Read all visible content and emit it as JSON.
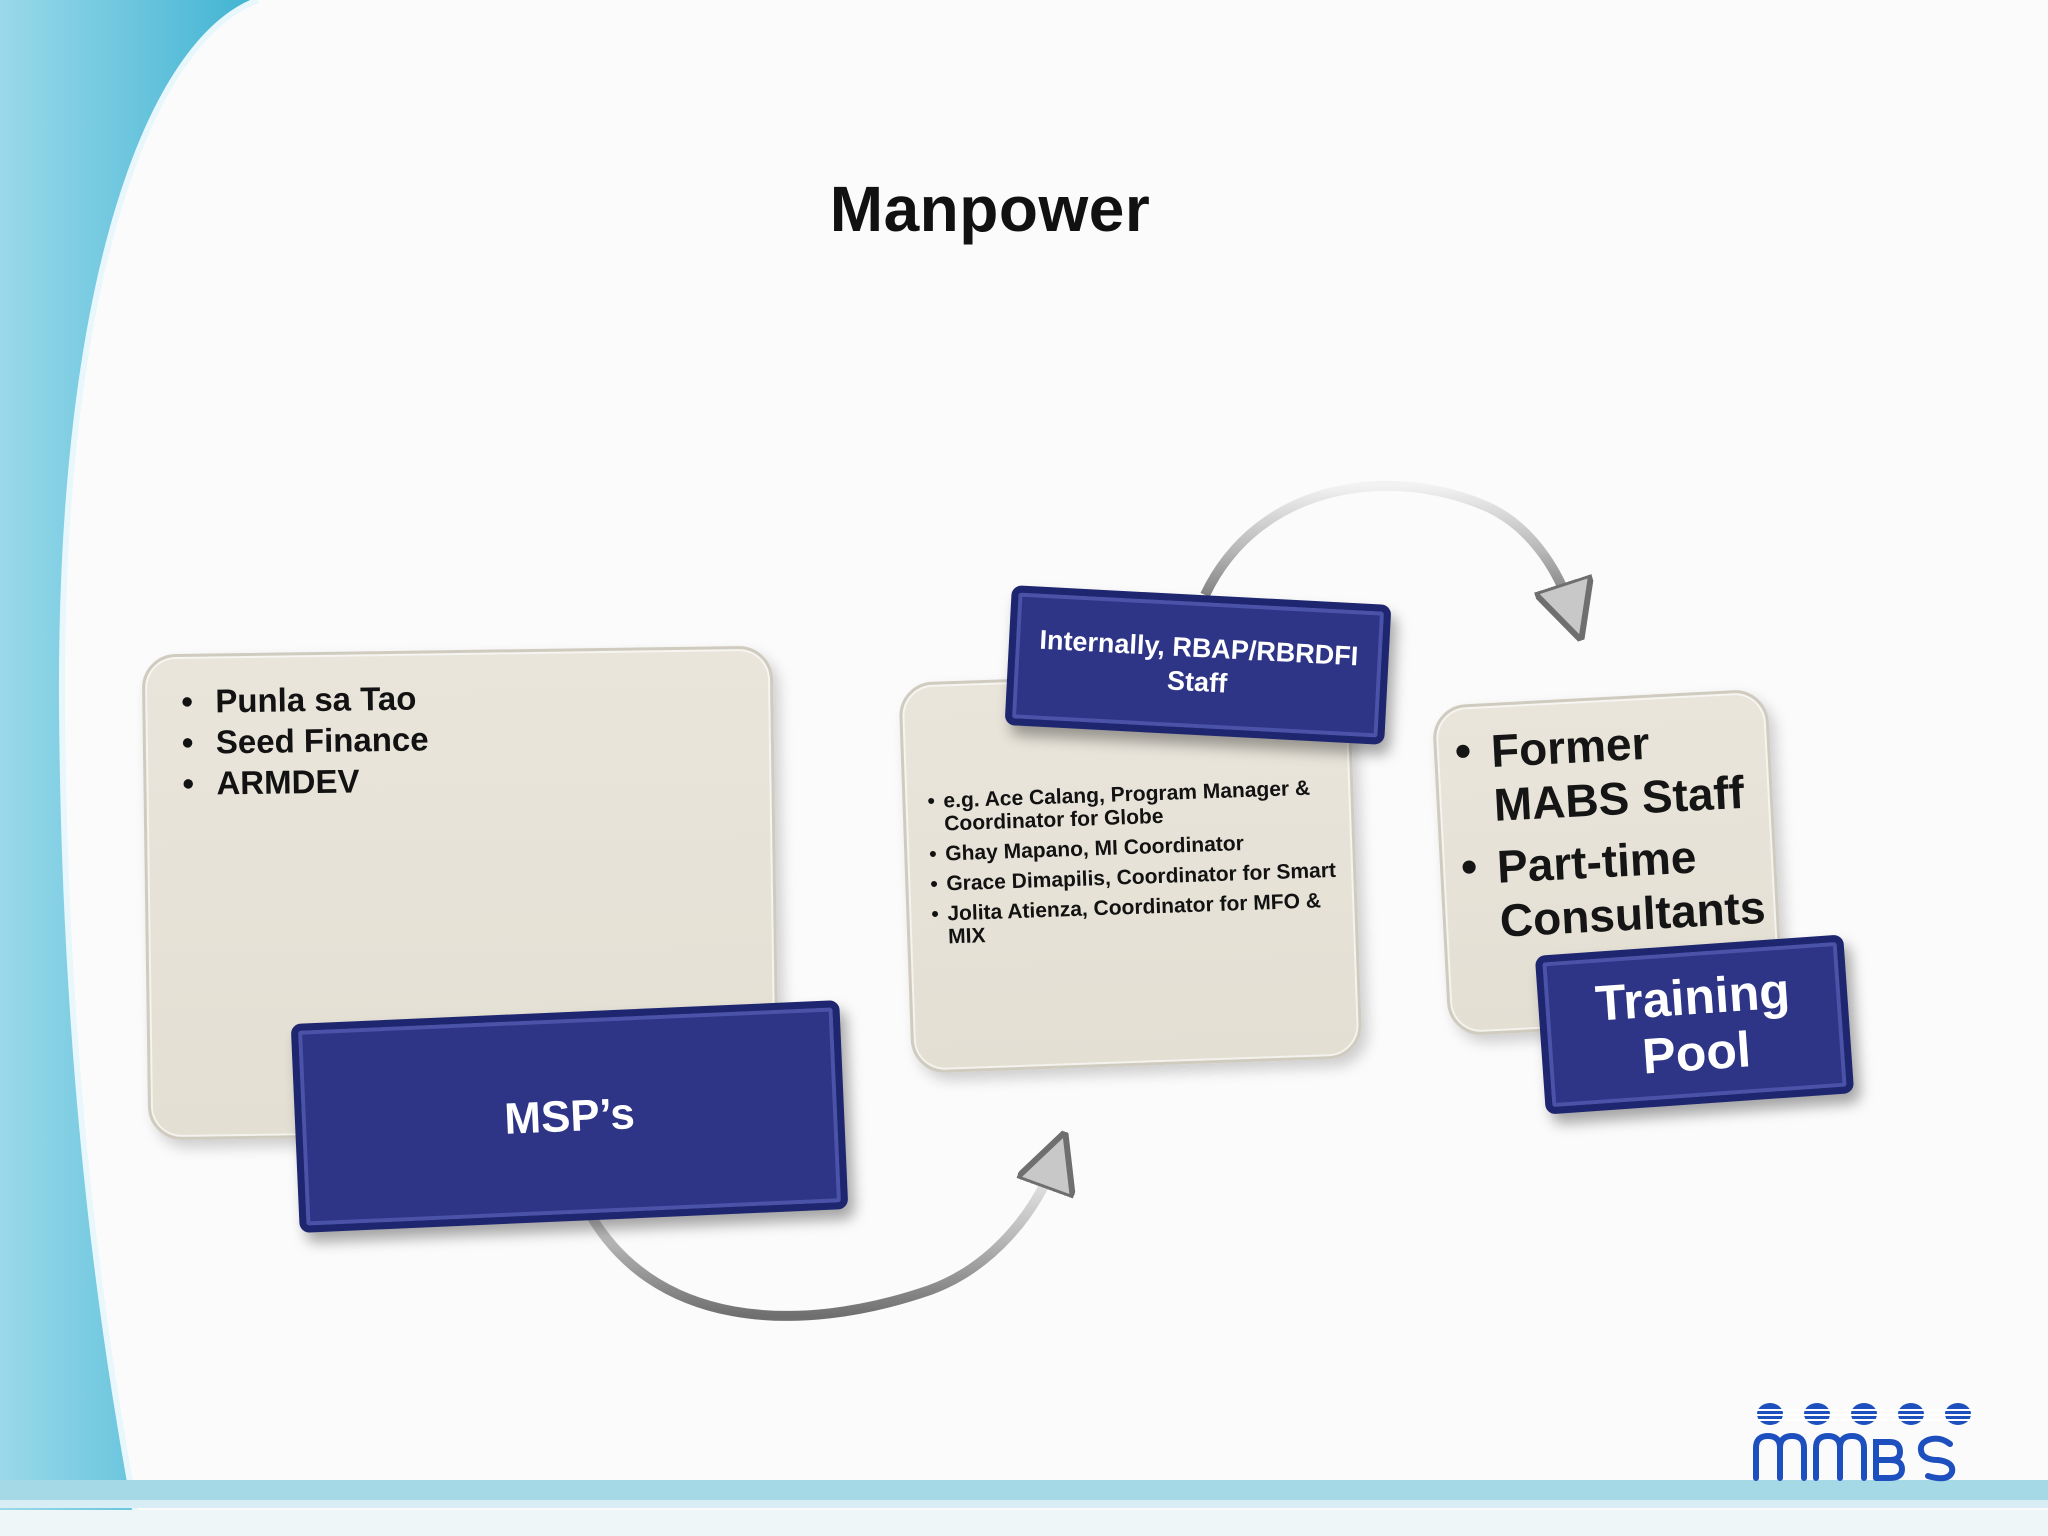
{
  "title": "Manpower",
  "boxes": {
    "msp": {
      "label": "MSP’s",
      "items": [
        "Punla sa Tao",
        "Seed Finance",
        "ARMDEV"
      ]
    },
    "internal": {
      "label": "Internally, RBAP/RBRDFI Staff",
      "items": [
        "e.g. Ace Calang, Program Manager & Coordinator for Globe",
        "Ghay Mapano, MI Coordinator",
        "Grace Dimapilis, Coordinator for Smart",
        "Jolita  Atienza, Coordinator for MFO & MIX"
      ]
    },
    "training": {
      "label_line1": "Training",
      "label_line2": "Pool",
      "items": [
        "Former MABS Staff",
        "Part-time Consultants"
      ]
    }
  },
  "logo": {
    "text": "MABS"
  },
  "colors": {
    "navy": "#2e3586",
    "note_fill": "#e6e2d7",
    "wave_blue": "#5bc0d9",
    "arrow_gray": "#a8a8a8"
  }
}
